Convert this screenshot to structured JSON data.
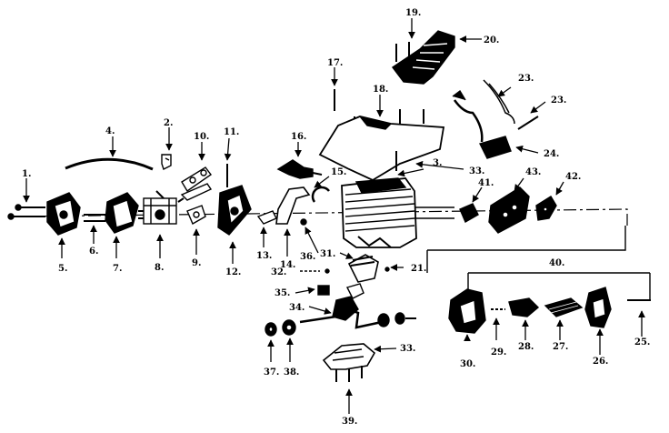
{
  "diagram": {
    "callouts": [
      {
        "id": "c1",
        "text": "1."
      },
      {
        "id": "c2",
        "text": "2."
      },
      {
        "id": "c3",
        "text": "3."
      },
      {
        "id": "c4",
        "text": "4."
      },
      {
        "id": "c5",
        "text": "5."
      },
      {
        "id": "c6",
        "text": "6."
      },
      {
        "id": "c7",
        "text": "7."
      },
      {
        "id": "c8",
        "text": "8."
      },
      {
        "id": "c9",
        "text": "9."
      },
      {
        "id": "c10",
        "text": "10."
      },
      {
        "id": "c11",
        "text": "11."
      },
      {
        "id": "c12",
        "text": "12."
      },
      {
        "id": "c13",
        "text": "13."
      },
      {
        "id": "c14",
        "text": "14."
      },
      {
        "id": "c15",
        "text": "15."
      },
      {
        "id": "c16",
        "text": "16."
      },
      {
        "id": "c17",
        "text": "17."
      },
      {
        "id": "c18",
        "text": "18."
      },
      {
        "id": "c19",
        "text": "19."
      },
      {
        "id": "c20",
        "text": "20."
      },
      {
        "id": "c21",
        "text": "21."
      },
      {
        "id": "c23a",
        "text": "23."
      },
      {
        "id": "c23b",
        "text": "23."
      },
      {
        "id": "c24",
        "text": "24."
      },
      {
        "id": "c25",
        "text": "25."
      },
      {
        "id": "c26",
        "text": "26."
      },
      {
        "id": "c27",
        "text": "27."
      },
      {
        "id": "c28",
        "text": "28."
      },
      {
        "id": "c29",
        "text": "29."
      },
      {
        "id": "c30",
        "text": "30."
      },
      {
        "id": "c31",
        "text": "31."
      },
      {
        "id": "c32",
        "text": "32."
      },
      {
        "id": "c33a",
        "text": "33."
      },
      {
        "id": "c33b",
        "text": "33."
      },
      {
        "id": "c34",
        "text": "34."
      },
      {
        "id": "c35",
        "text": "35."
      },
      {
        "id": "c36",
        "text": "36."
      },
      {
        "id": "c37",
        "text": "37."
      },
      {
        "id": "c38",
        "text": "38."
      },
      {
        "id": "c39",
        "text": "39."
      },
      {
        "id": "c40",
        "text": "40."
      },
      {
        "id": "c41",
        "text": "41."
      },
      {
        "id": "c42",
        "text": "42."
      },
      {
        "id": "c43",
        "text": "43."
      }
    ]
  }
}
